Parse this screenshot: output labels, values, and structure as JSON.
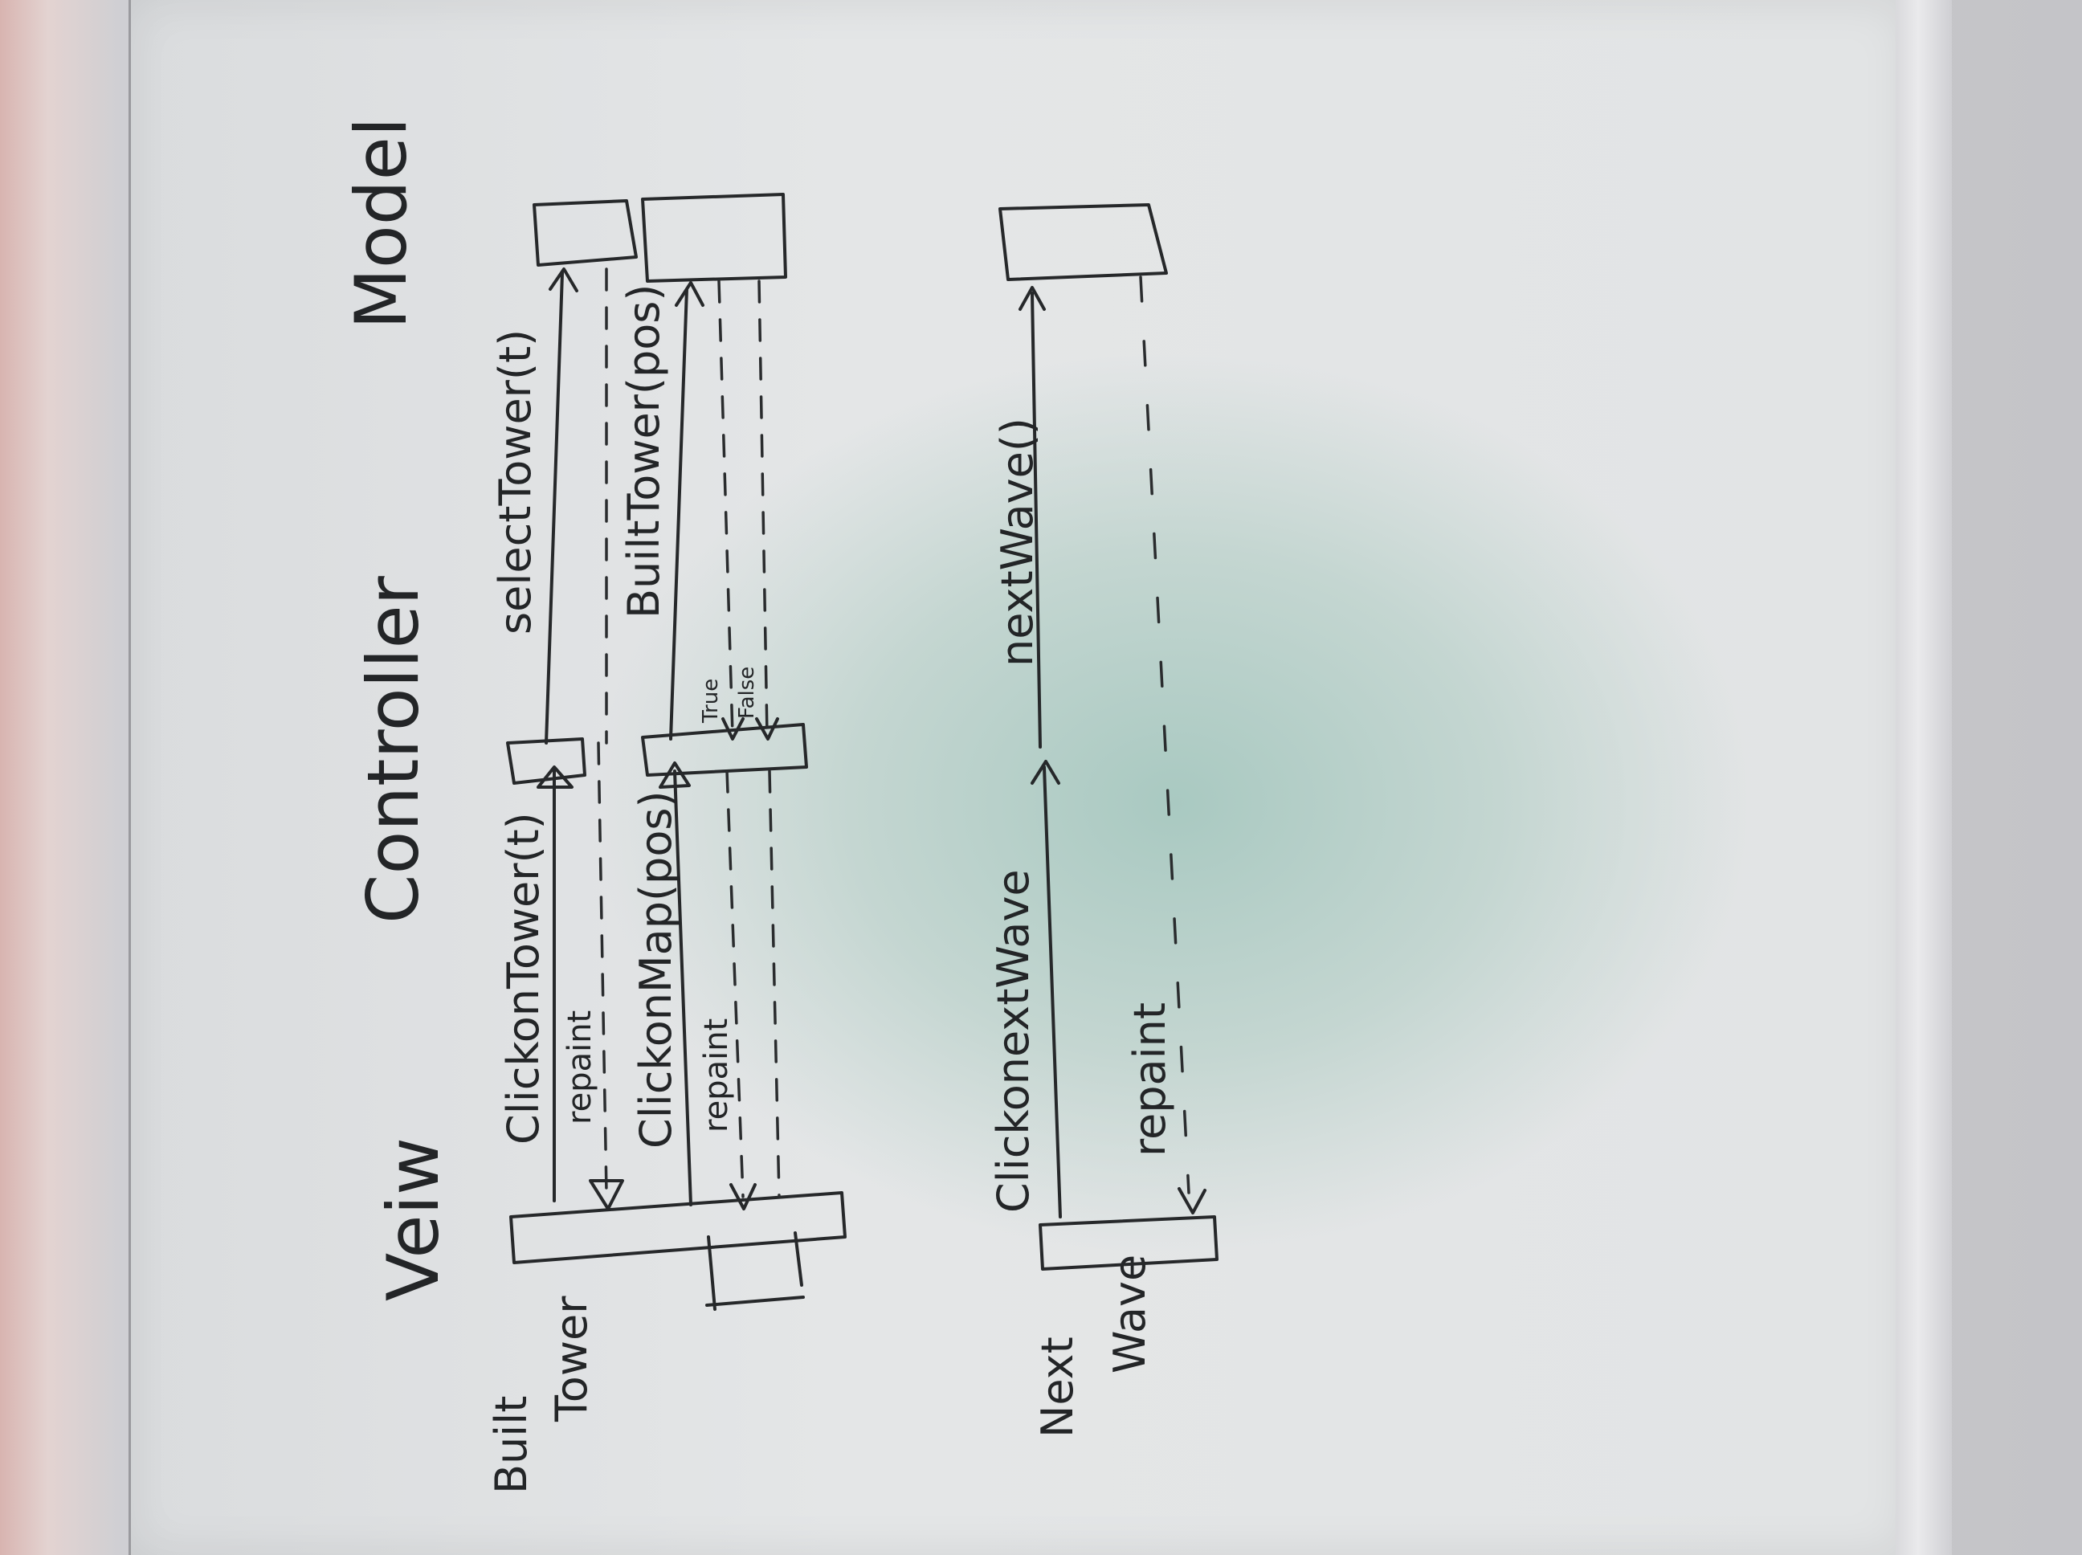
{
  "headers": {
    "view": "Veiw",
    "controller": "Controller",
    "model": "Model"
  },
  "scenarios": {
    "build_tower": {
      "line1": "Built",
      "line2": "Tower"
    },
    "next_wave": {
      "line1": "Next",
      "line2": "Wave"
    }
  },
  "messages": {
    "click_on_tower": "ClickonTower(t)",
    "repaint_1": "repaint",
    "select_tower": "selectTower(t)",
    "click_on_map": "ClickonMap(pos)",
    "repaint_2": "repaint",
    "built_tower": "BuiltTower(pos)",
    "true_label": "True",
    "false_label": "False",
    "click_next_wave": "ClickonextWave",
    "next_wave_call": "nextWave()",
    "repaint_3": "repaint"
  }
}
